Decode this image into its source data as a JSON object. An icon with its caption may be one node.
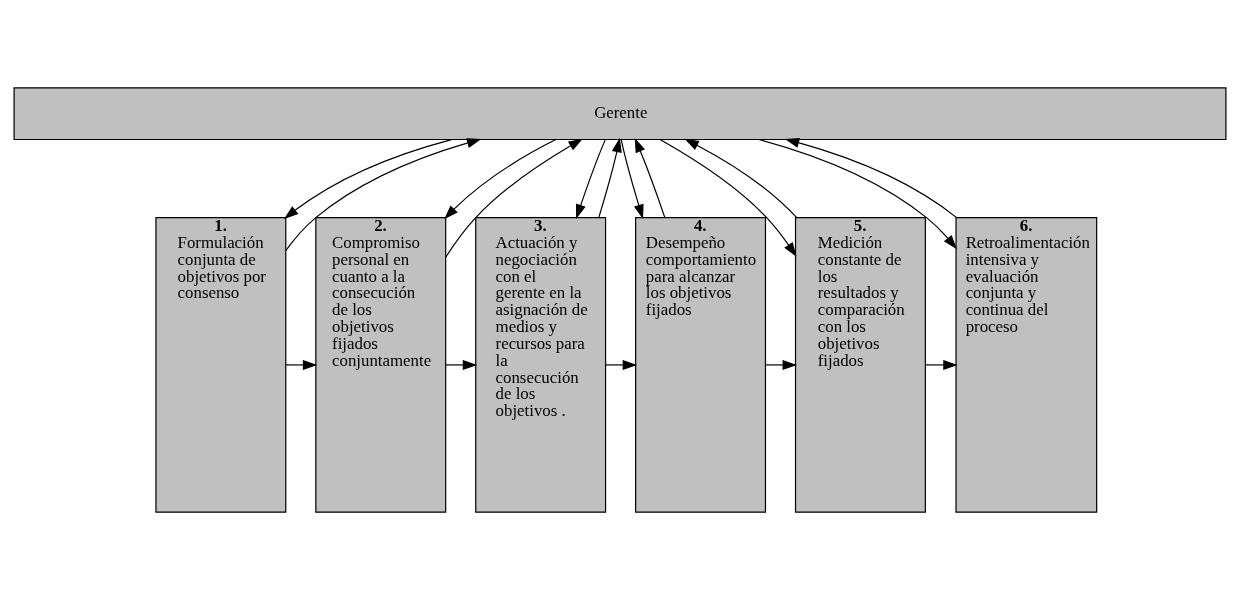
{
  "diagram": {
    "nodes": [
      {
        "text": [
          "Gerente"
        ]
      },
      {
        "text": [
          "1.",
          "Formulación conjunta de objetivos por consenso"
        ]
      },
      {
        "text": [
          "2.",
          "Compromiso personal en cuanto a la consecución de los objetivos fijados conjuntamente"
        ]
      },
      {
        "text": [
          "3.",
          "Actuación y negociación con el gerente en la asignación de medios y recursos para la consecución de los objetivos ."
        ]
      },
      {
        "text": [
          "4.",
          "Desempeño comportamiento para alcanzar los objetivos fijados"
        ]
      },
      {
        "text": [
          "5.",
          "Medición constante de los resultados y comparación con los objetivos fijados"
        ]
      },
      {
        "text": [
          "6.",
          "Retroalimentación intensiva y evaluación conjunta y continua del proceso"
        ]
      }
    ],
    "edges": [
      {
        "from": 1,
        "to": 0,
        "arrow": "to"
      },
      {
        "from": 0,
        "to": 1,
        "arrow": "to"
      },
      {
        "from": 2,
        "to": 0,
        "arrow": "to"
      },
      {
        "from": 0,
        "to": 2,
        "arrow": "to"
      },
      {
        "from": 3,
        "to": 0,
        "arrow": "to"
      },
      {
        "from": 0,
        "to": 3,
        "arrow": "to"
      },
      {
        "from": 4,
        "to": 0,
        "arrow": "to"
      },
      {
        "from": 0,
        "to": 4,
        "arrow": "to"
      },
      {
        "from": 5,
        "to": 0,
        "arrow": "to"
      },
      {
        "from": 0,
        "to": 5,
        "arrow": "to"
      },
      {
        "from": 6,
        "to": 0,
        "arrow": "to"
      },
      {
        "from": 0,
        "to": 6,
        "arrow": "to"
      },
      {
        "from": 1,
        "to": 2,
        "arrow": "to"
      },
      {
        "from": 2,
        "to": 3,
        "arrow": "to"
      },
      {
        "from": 3,
        "to": 4,
        "arrow": "to"
      },
      {
        "from": 4,
        "to": 5,
        "arrow": "to"
      },
      {
        "from": 5,
        "to": 6,
        "arrow": "to"
      }
    ]
  }
}
